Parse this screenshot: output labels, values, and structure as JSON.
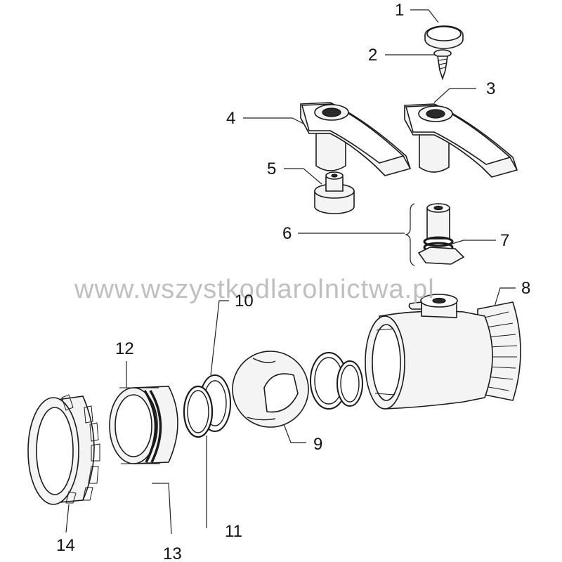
{
  "watermark": "www.wszystkodlarolnictwa.pl",
  "labels": [
    "1",
    "2",
    "3",
    "4",
    "5",
    "6",
    "7",
    "8",
    "9",
    "10",
    "11",
    "12",
    "13",
    "14"
  ],
  "colors": {
    "line": "#1a1a1a",
    "fill": "#f4f4f4",
    "watermark": "#b5b5b5"
  }
}
